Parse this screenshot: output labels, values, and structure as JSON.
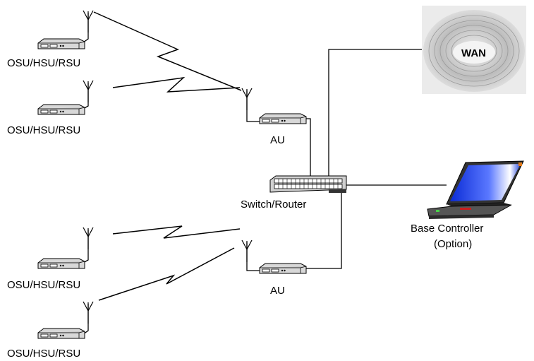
{
  "wan": {
    "label": "WAN"
  },
  "nodes": {
    "su1": {
      "label": "OSU/HSU/RSU"
    },
    "su2": {
      "label": "OSU/HSU/RSU"
    },
    "su3": {
      "label": "OSU/HSU/RSU"
    },
    "su4": {
      "label": "OSU/HSU/RSU"
    },
    "au1": {
      "label": "AU"
    },
    "au2": {
      "label": "AU"
    },
    "switch": {
      "label": "Switch/Router"
    },
    "controller": {
      "label_line1": "Base Controller",
      "label_line2": "(Option)"
    }
  },
  "colors": {
    "line": "#000000",
    "device_body": "#c9c9c9",
    "device_dark": "#555555",
    "wan_bg": "#e3e3e3",
    "laptop_screen": "#1f3fd0",
    "laptop_body": "#444444"
  },
  "icons": [
    "antenna-icon",
    "modem-icon",
    "switch-icon",
    "laptop-icon",
    "cloud-icon",
    "wireless-link-icon"
  ]
}
